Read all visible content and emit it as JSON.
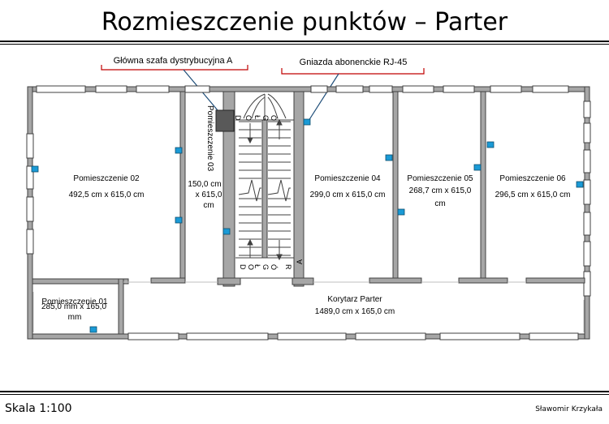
{
  "title": "Rozmieszczenie punktów – Parter",
  "footer": {
    "scale": "Skala 1:100",
    "author": "Sławomir Krzykała"
  },
  "callouts": {
    "distribution_cabinet": "Główna szafa dystrybucyjna A",
    "rj45_sockets": "Gniazda abonenckie RJ-45"
  },
  "rooms": {
    "r01": {
      "name": "Pomieszczenie 01",
      "dims_line1": "285,0 mm x 165,0",
      "dims_line2": "mm"
    },
    "r02": {
      "name": "Pomieszczenie 02",
      "dims": "492,5 cm x 615,0 cm"
    },
    "r03": {
      "name": "Pomieszczenie 03",
      "dims_line1": "150,0 cm",
      "dims_line2": "x 615,0",
      "dims_line3": "cm"
    },
    "r04": {
      "name": "Pomieszczenie 04",
      "dims": "299,0 cm x 615,0 cm"
    },
    "r05": {
      "name": "Pomieszczenie 05",
      "dims_line1": "268,7 cm x 615,0",
      "dims_line2": "cm"
    },
    "r06": {
      "name": "Pomieszczenie 06",
      "dims": "296,5 cm x 615,0 cm"
    },
    "corridor": {
      "name": "Korytarz Parter",
      "dims": "1489,0 cm x 165,0 cm"
    }
  },
  "stair_letters": {
    "top": [
      "D",
      "O",
      "Ł",
      "G",
      "Ó"
    ],
    "bottom": [
      "D",
      "O",
      "Ł",
      "G",
      "Ó",
      "R",
      "A"
    ]
  },
  "colors": {
    "wall": "#a6a6a6",
    "outlet": "#1a9ad6",
    "cabinet": "#595959",
    "callout_line": "#c00000",
    "pointer": "#1f4e79"
  }
}
